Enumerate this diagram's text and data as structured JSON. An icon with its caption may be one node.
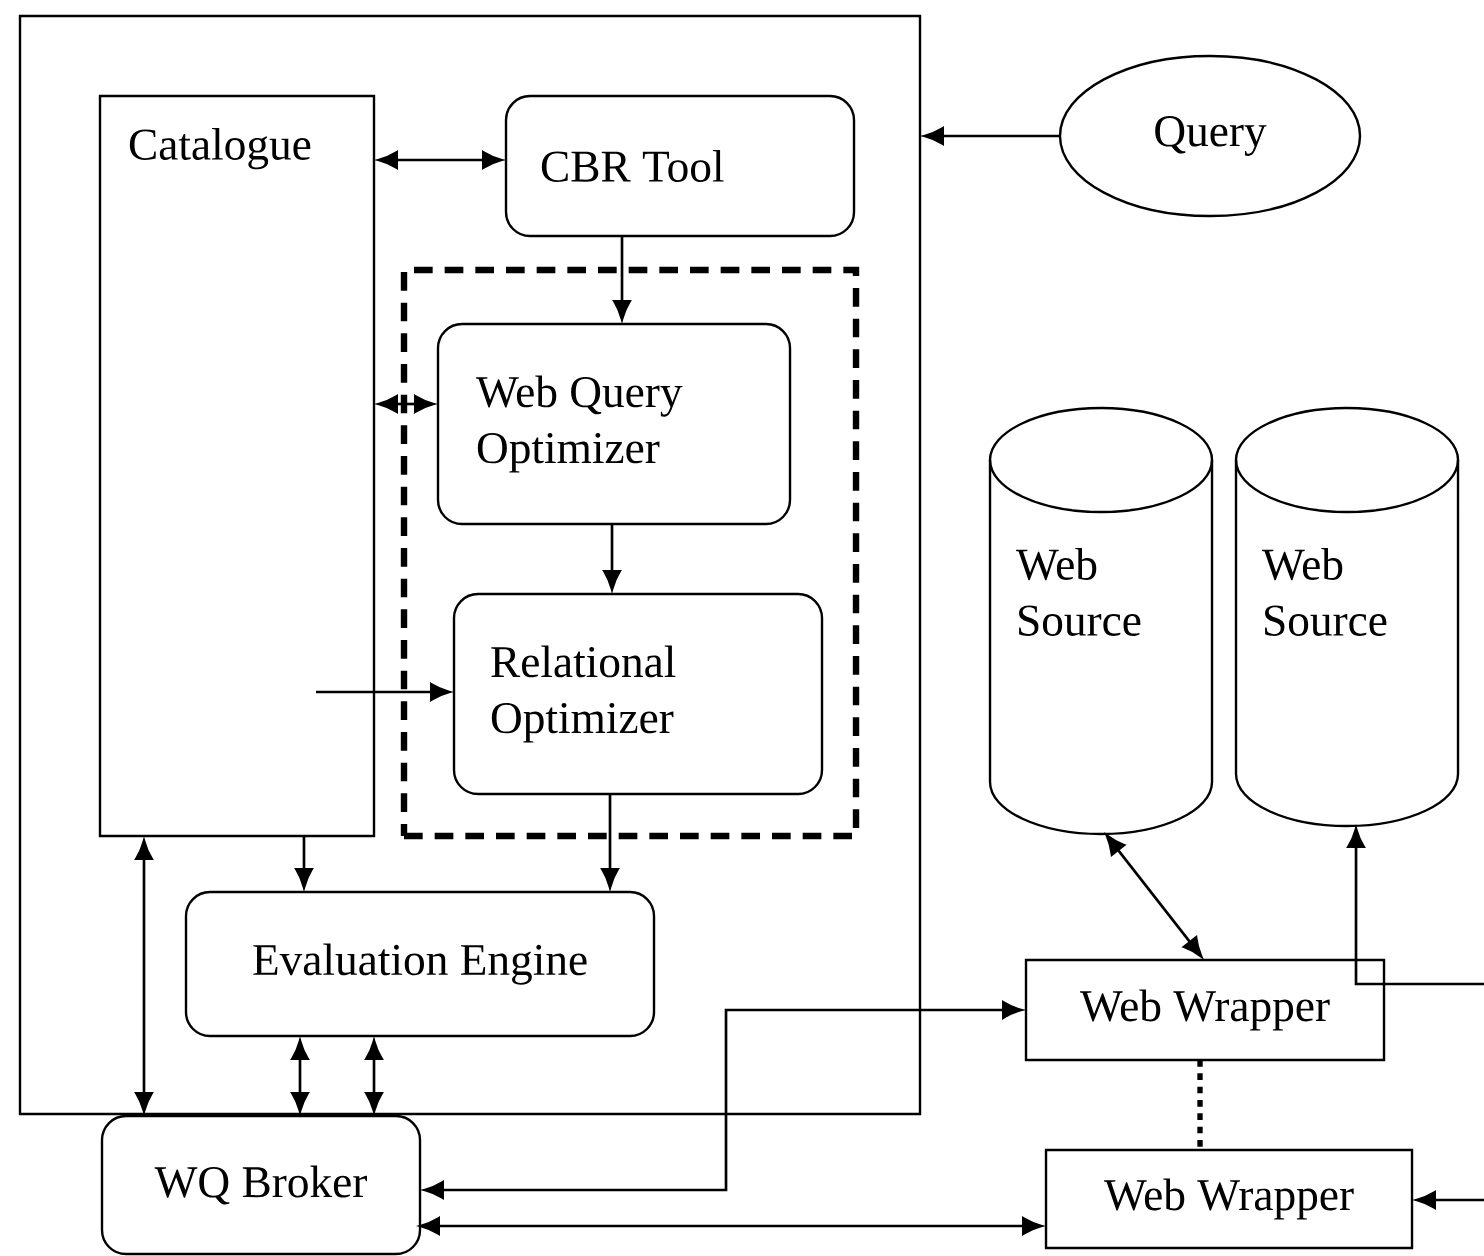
{
  "diagram": {
    "nodes": [
      {
        "text": [],
        "shape": "box"
      },
      {
        "text": [
          "Catalogue"
        ],
        "in": 0
      },
      {
        "text": [
          "CBR Tool"
        ],
        "in": 0
      },
      {
        "text": [],
        "shape": "box",
        "in": 0
      },
      {
        "text": [
          "Web Query Optimizer"
        ],
        "in": 3
      },
      {
        "text": [
          "Relational Optimizer"
        ],
        "in": 3
      },
      {
        "text": [
          "Evaluation Engine"
        ],
        "in": 0
      },
      {
        "text": [
          "Query"
        ]
      },
      {
        "text": [
          "Web Source"
        ]
      },
      {
        "text": [
          "Web Source"
        ]
      },
      {
        "text": [
          "Web Wrapper"
        ]
      },
      {
        "text": [
          "WQ Broker"
        ]
      },
      {
        "text": [
          "Web Wrapper"
        ]
      }
    ],
    "edges": [
      {
        "from": 1,
        "to": 2,
        "arrow": "both"
      },
      {
        "from": 2,
        "to": 4,
        "arrow": "to"
      },
      {
        "from": 1,
        "to": 4,
        "arrow": "both"
      },
      {
        "from": 4,
        "to": 5,
        "arrow": "to"
      },
      {
        "from": 1,
        "to": 5,
        "arrow": "to"
      },
      {
        "from": 1,
        "to": 6,
        "arrow": "to"
      },
      {
        "from": 5,
        "to": 6,
        "arrow": "to"
      },
      {
        "from": 1,
        "to": 11,
        "arrow": "both"
      },
      {
        "from": 6,
        "to": 11,
        "arrow": "both"
      },
      {
        "from": 6,
        "to": 11,
        "arrow": "both"
      },
      {
        "from": 7,
        "to": 0,
        "arrow": "to"
      },
      {
        "from": 8,
        "to": 10,
        "arrow": "both"
      },
      {
        "from": null,
        "to": 9,
        "arrow": "to"
      },
      {
        "from": 10,
        "to": 11,
        "arrow": "both"
      },
      {
        "from": 11,
        "to": 12,
        "arrow": "both"
      },
      {
        "from": null,
        "to": 12,
        "arrow": "to"
      },
      {
        "from": 10,
        "to": 12,
        "arrow": "none",
        "style": "dashed"
      }
    ]
  }
}
